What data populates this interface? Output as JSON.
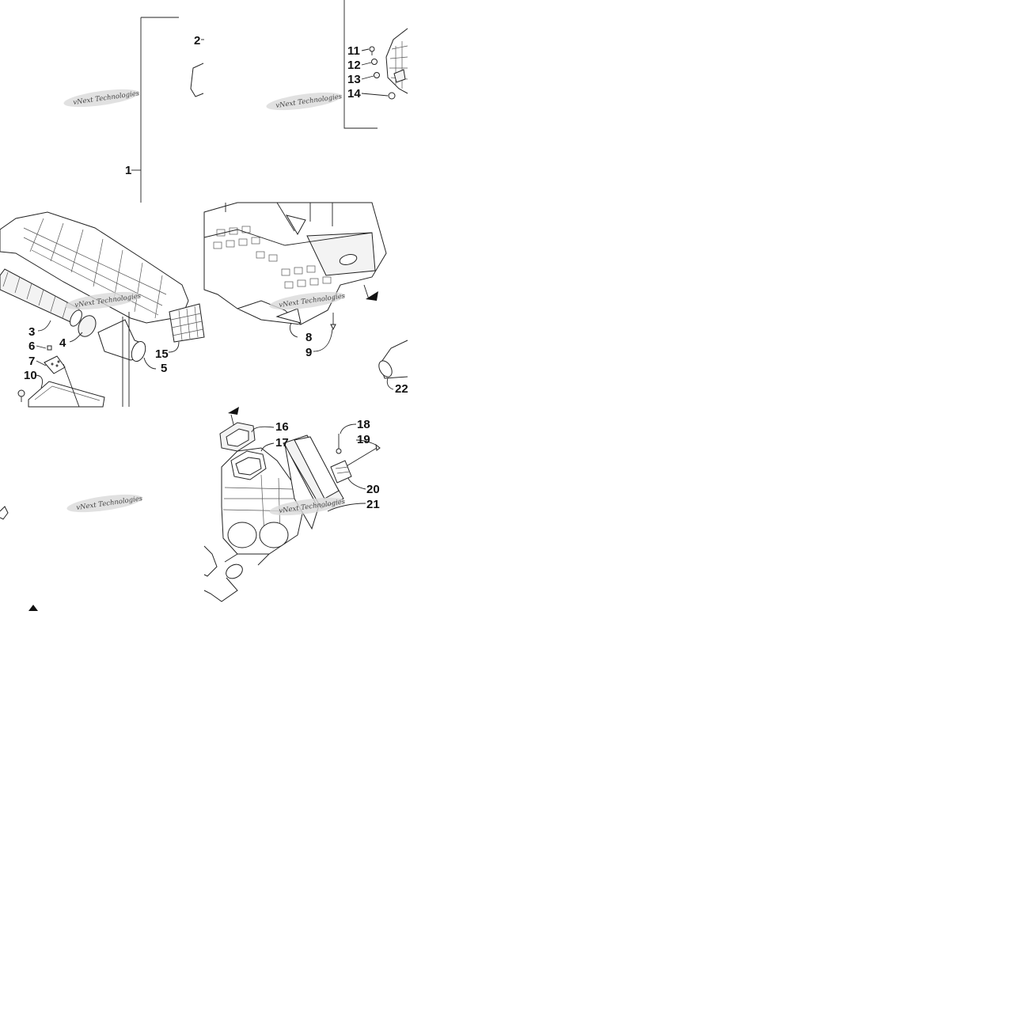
{
  "callouts": {
    "c1": "1",
    "c2": "2",
    "c3": "3",
    "c4": "4",
    "c5": "5",
    "c6": "6",
    "c7": "7",
    "c8": "8",
    "c9": "9",
    "c10": "10",
    "c11": "11",
    "c12": "12",
    "c13": "13",
    "c14": "14",
    "c15": "15",
    "c16": "16",
    "c17": "17",
    "c18": "18",
    "c19": "19",
    "c20": "20",
    "c21": "21",
    "c22": "22"
  },
  "watermark": "vNext Technologies"
}
